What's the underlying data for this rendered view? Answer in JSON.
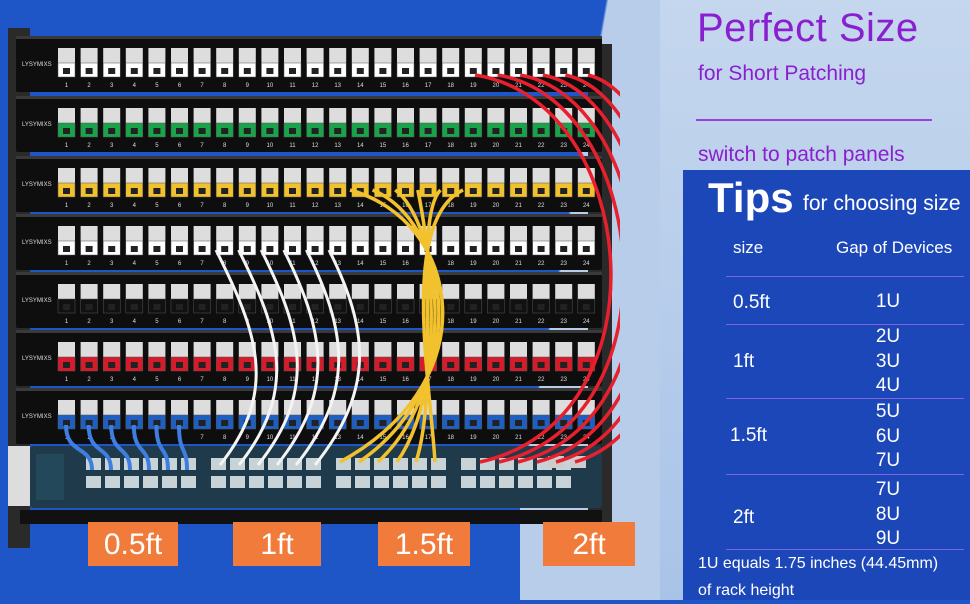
{
  "heading": {
    "title": "Perfect Size",
    "subtitle": "for Short Patching",
    "subtitle2": "switch to patch panels"
  },
  "tips": {
    "title": "Tips",
    "subtitle": "for choosing size",
    "col_size": "size",
    "col_gap": "Gap of Devices",
    "rows": [
      {
        "size": "0.5ft",
        "gaps": [
          "1U"
        ]
      },
      {
        "size": "1ft",
        "gaps": [
          "2U",
          "3U",
          "4U"
        ]
      },
      {
        "size": "1.5ft",
        "gaps": [
          "5U",
          "6U",
          "7U"
        ]
      },
      {
        "size": "2ft",
        "gaps": [
          "7U",
          "8U",
          "9U"
        ]
      }
    ],
    "note_line1": "1U equals 1.75 inches (44.45mm)",
    "note_line2": "of rack height"
  },
  "cable_labels": [
    "0.5ft",
    "1ft",
    "1.5ft",
    "2ft"
  ],
  "panel_brand": "LYSYMIXS",
  "port_numbers": [
    "1",
    "2",
    "3",
    "4",
    "5",
    "6",
    "7",
    "8",
    "9",
    "10",
    "11",
    "12",
    "13",
    "14",
    "15",
    "16",
    "17",
    "18",
    "19",
    "20",
    "21",
    "22",
    "23",
    "24"
  ],
  "colors": {
    "background_blue": "#1f56c7",
    "accent_purple": "#8a1fd0",
    "badge_orange": "#f07b3a",
    "panel_row_colors": [
      "#ffffff",
      "#19a34a",
      "#f2c12e",
      "#ffffff",
      "#111111",
      "#d61b2a",
      "#1f5fc2"
    ]
  }
}
